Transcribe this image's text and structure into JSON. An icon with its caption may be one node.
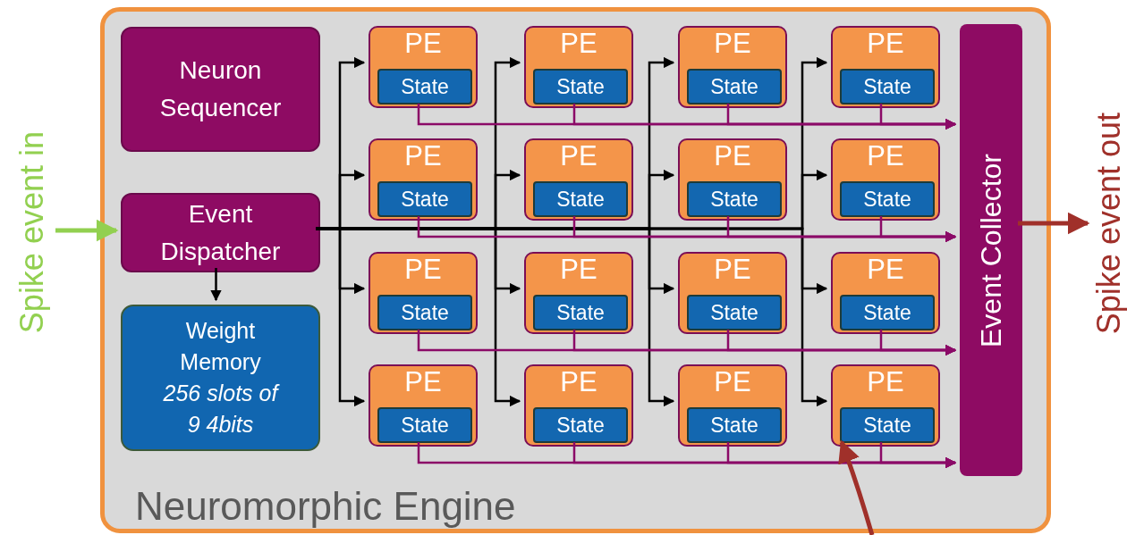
{
  "diagram": {
    "nodes": [
      {
        "text": [
          "Neuromorphic Engine"
        ]
      },
      {
        "text": [
          "Neuron Sequencer"
        ],
        "in": 0
      },
      {
        "text": [
          "Event Dispatcher"
        ],
        "in": 0
      },
      {
        "text": [
          "Weight Memory",
          "256 slots of 9 4bits"
        ],
        "in": 0
      },
      {
        "text": [
          "Event Collector"
        ],
        "in": 0
      },
      {
        "text": [
          "PE"
        ],
        "in": 0
      },
      {
        "text": [
          "State"
        ],
        "in": 5
      },
      {
        "text": [
          "PE"
        ],
        "in": 0
      },
      {
        "text": [
          "State"
        ],
        "in": 7
      },
      {
        "text": [
          "PE"
        ],
        "in": 0
      },
      {
        "text": [
          "State"
        ],
        "in": 9
      },
      {
        "text": [
          "PE"
        ],
        "in": 0
      },
      {
        "text": [
          "State"
        ],
        "in": 11
      },
      {
        "text": [
          "PE"
        ],
        "in": 0
      },
      {
        "text": [
          "State"
        ],
        "in": 13
      },
      {
        "text": [
          "PE"
        ],
        "in": 0
      },
      {
        "text": [
          "State"
        ],
        "in": 15
      },
      {
        "text": [
          "PE"
        ],
        "in": 0
      },
      {
        "text": [
          "State"
        ],
        "in": 17
      },
      {
        "text": [
          "PE"
        ],
        "in": 0
      },
      {
        "text": [
          "State"
        ],
        "in": 19
      },
      {
        "text": [
          "PE"
        ],
        "in": 0
      },
      {
        "text": [
          "State"
        ],
        "in": 21
      },
      {
        "text": [
          "PE"
        ],
        "in": 0
      },
      {
        "text": [
          "State"
        ],
        "in": 23
      },
      {
        "text": [
          "PE"
        ],
        "in": 0
      },
      {
        "text": [
          "State"
        ],
        "in": 25
      },
      {
        "text": [
          "PE"
        ],
        "in": 0
      },
      {
        "text": [
          "State"
        ],
        "in": 27
      },
      {
        "text": [
          "PE"
        ],
        "in": 0
      },
      {
        "text": [
          "State"
        ],
        "in": 29
      },
      {
        "text": [
          "PE"
        ],
        "in": 0
      },
      {
        "text": [
          "State"
        ],
        "in": 31
      },
      {
        "text": [
          "PE"
        ],
        "in": 0
      },
      {
        "text": [
          "State"
        ],
        "in": 33
      },
      {
        "text": [
          "PE"
        ],
        "in": 0
      },
      {
        "text": [
          "State"
        ],
        "in": 35
      },
      {
        "text": [
          "Spike event in"
        ]
      },
      {
        "text": [
          "Spike event out"
        ]
      }
    ],
    "edges": [
      {
        "from": 37,
        "to": 2,
        "arrow": "to",
        "style": "thick",
        "color": "#92d050"
      },
      {
        "from": 2,
        "to": 3,
        "arrow": "to"
      },
      {
        "from": 2,
        "to": 5,
        "arrow": "to"
      },
      {
        "from": 2,
        "to": 7,
        "arrow": "to"
      },
      {
        "from": 2,
        "to": 9,
        "arrow": "to"
      },
      {
        "from": 2,
        "to": 11,
        "arrow": "to"
      },
      {
        "from": 2,
        "to": 13,
        "arrow": "to"
      },
      {
        "from": 2,
        "to": 15,
        "arrow": "to"
      },
      {
        "from": 2,
        "to": 17,
        "arrow": "to"
      },
      {
        "from": 2,
        "to": 19,
        "arrow": "to"
      },
      {
        "from": 2,
        "to": 21,
        "arrow": "to"
      },
      {
        "from": 2,
        "to": 23,
        "arrow": "to"
      },
      {
        "from": 2,
        "to": 25,
        "arrow": "to"
      },
      {
        "from": 2,
        "to": 27,
        "arrow": "to"
      },
      {
        "from": 2,
        "to": 29,
        "arrow": "to"
      },
      {
        "from": 2,
        "to": 31,
        "arrow": "to"
      },
      {
        "from": 2,
        "to": 33,
        "arrow": "to"
      },
      {
        "from": 2,
        "to": 35,
        "arrow": "to"
      },
      {
        "from": 5,
        "to": 4,
        "arrow": "to",
        "color": "#8b0a67"
      },
      {
        "from": 7,
        "to": 4,
        "arrow": "to",
        "color": "#8b0a67"
      },
      {
        "from": 9,
        "to": 4,
        "arrow": "to",
        "color": "#8b0a67"
      },
      {
        "from": 11,
        "to": 4,
        "arrow": "to",
        "color": "#8b0a67"
      },
      {
        "from": 13,
        "to": 4,
        "arrow": "to",
        "color": "#8b0a67"
      },
      {
        "from": 15,
        "to": 4,
        "arrow": "to",
        "color": "#8b0a67"
      },
      {
        "from": 17,
        "to": 4,
        "arrow": "to",
        "color": "#8b0a67"
      },
      {
        "from": 19,
        "to": 4,
        "arrow": "to",
        "color": "#8b0a67"
      },
      {
        "from": 21,
        "to": 4,
        "arrow": "to",
        "color": "#8b0a67"
      },
      {
        "from": 23,
        "to": 4,
        "arrow": "to",
        "color": "#8b0a67"
      },
      {
        "from": 25,
        "to": 4,
        "arrow": "to",
        "color": "#8b0a67"
      },
      {
        "from": 27,
        "to": 4,
        "arrow": "to",
        "color": "#8b0a67"
      },
      {
        "from": 29,
        "to": 4,
        "arrow": "to",
        "color": "#8b0a67"
      },
      {
        "from": 31,
        "to": 4,
        "arrow": "to",
        "color": "#8b0a67"
      },
      {
        "from": 33,
        "to": 4,
        "arrow": "to",
        "color": "#8b0a67"
      },
      {
        "from": 35,
        "to": 4,
        "arrow": "to",
        "color": "#8b0a67"
      },
      {
        "from": 4,
        "to": 38,
        "arrow": "to",
        "style": "thick",
        "color": "#a0302a"
      },
      {
        "from": null,
        "to": 35,
        "arrow": "to",
        "style": "thick",
        "color": "#a0302a"
      }
    ]
  }
}
